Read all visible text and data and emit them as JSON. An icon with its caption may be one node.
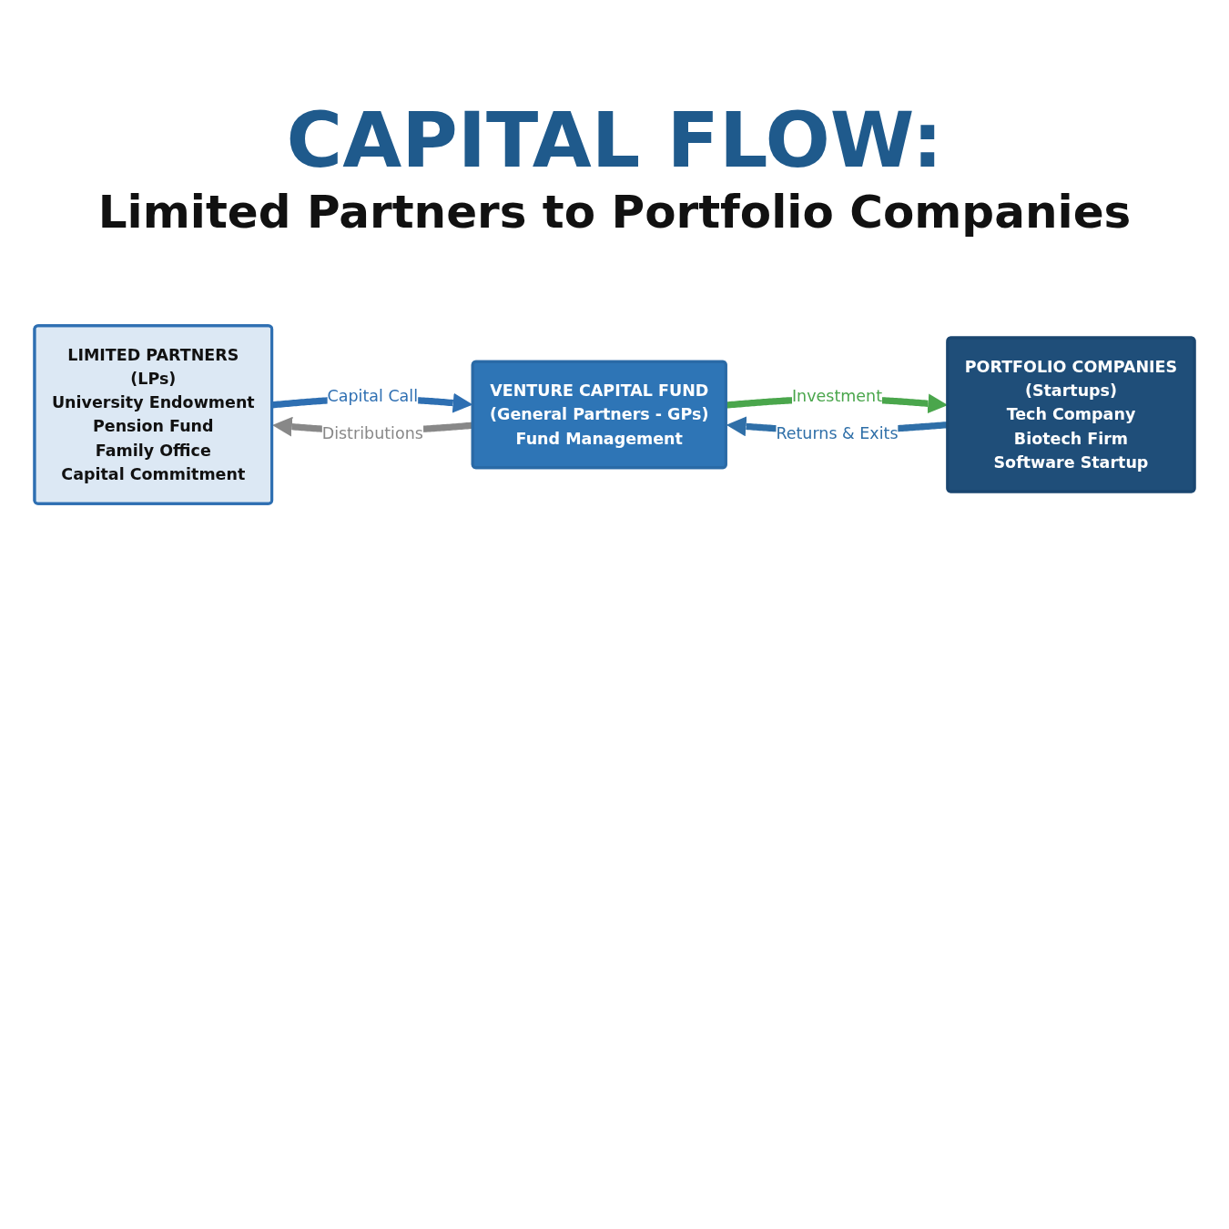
{
  "diagram": {
    "title": "CAPITAL FLOW:",
    "nodes": [
      {
        "text": [
          "LIMITED PARTNERS",
          "(LPs)",
          "University Endowment",
          "Pension Fund",
          "Family Office",
          "Capital Commitment"
        ]
      },
      {
        "text": [
          "VENTURE CAPITAL FUND",
          "(General Partners - GPs)",
          "Fund Management"
        ]
      },
      {
        "text": [
          "PORTFOLIO COMPANIES",
          "(Startups)",
          "Tech Company",
          "Biotech Firm",
          "Software Startup"
        ]
      }
    ],
    "edges": [
      {
        "from": 0,
        "to": 1,
        "arrow": "to",
        "label": "Capital Call",
        "color": "#2e6fb2"
      },
      {
        "from": 1,
        "to": 2,
        "arrow": "to",
        "label": "Investment",
        "color": "#4aa64c"
      },
      {
        "from": 1,
        "to": 0,
        "arrow": "to",
        "label": "Distributions",
        "color": "#888888"
      },
      {
        "from": 2,
        "to": 1,
        "arrow": "to",
        "label": "Returns & Exits",
        "color": "#2f6fa8"
      }
    ],
    "labels": [
      "Limited Partners to Portfolio Companies"
    ]
  }
}
